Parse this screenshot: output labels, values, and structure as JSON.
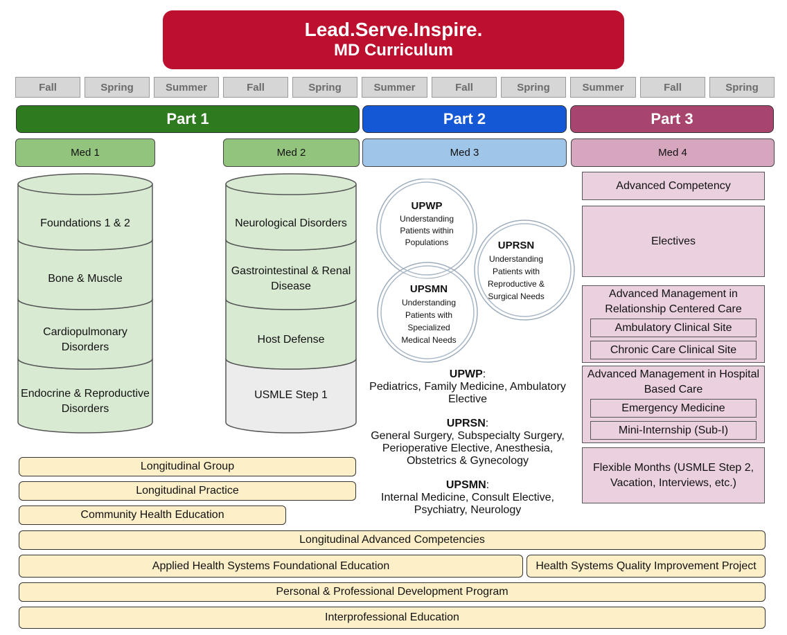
{
  "header": {
    "line1": "Lead.Serve.Inspire.",
    "line2": "MD Curriculum"
  },
  "semesters": [
    "Fall",
    "Spring",
    "Summer",
    "Fall",
    "Spring",
    "Summer",
    "Fall",
    "Spring",
    "Summer",
    "Fall",
    "Spring"
  ],
  "parts": [
    {
      "label": "Part 1",
      "color": "#2e7a1f"
    },
    {
      "label": "Part 2",
      "color": "#1558d6"
    },
    {
      "label": "Part 3",
      "color": "#a8456f"
    }
  ],
  "meds": [
    {
      "label": "Med 1",
      "color": "#93c47d"
    },
    {
      "label": "Med 2",
      "color": "#93c47d"
    },
    {
      "label": "Med 3",
      "color": "#9fc5e8"
    },
    {
      "label": "Med 4",
      "color": "#d5a6bd"
    }
  ],
  "med1_stack": [
    "Foundations 1 & 2",
    "Bone & Muscle",
    "Cardiopulmonary Disorders",
    "Endocrine & Reproductive Disorders"
  ],
  "med2_stack": [
    "Neurological Disorders",
    "Gastrointestinal & Renal Disease",
    "Host Defense",
    "USMLE Step 1"
  ],
  "colors": {
    "green_cyl": "#d9ead3",
    "gray_cyl": "#ececec",
    "cream": "#fdf0c8",
    "pink_box": "#ebd1df"
  },
  "venn": {
    "upwp": {
      "abbr": "UPWP",
      "desc": "Understanding Patients within Populations"
    },
    "uprsn": {
      "abbr": "UPRSN",
      "desc": "Understanding Patients with Reproductive & Surgical Needs"
    },
    "upsmn": {
      "abbr": "UPSMN",
      "desc": "Understanding Patients with Specialized Medical Needs"
    }
  },
  "med3_lists": [
    {
      "abbr": "UPWP",
      "text": "Pediatrics, Family Medicine, Ambulatory Elective"
    },
    {
      "abbr": "UPRSN",
      "text": "General Surgery, Subspecialty Surgery, Perioperative Elective, Anesthesia, Obstetrics & Gynecology"
    },
    {
      "abbr": "UPSMN",
      "text": "Internal Medicine, Consult Elective, Psychiatry, Neurology"
    }
  ],
  "med4": {
    "advanced_competency": "Advanced Competency",
    "electives": "Electives",
    "amrcc": {
      "title": "Advanced Management in Relationship Centered Care",
      "items": [
        "Ambulatory Clinical Site",
        "Chronic Care Clinical Site"
      ]
    },
    "amhbc": {
      "title": "Advanced Management in Hospital Based Care",
      "items": [
        "Emergency Medicine",
        "Mini-Internship (Sub-I)"
      ]
    },
    "flexible": "Flexible Months (USMLE Step 2, Vacation, Interviews, etc.)"
  },
  "bars": {
    "longitudinal_group": "Longitudinal Group",
    "longitudinal_practice": "Longitudinal Practice",
    "community_health": "Community Health Education",
    "longitudinal_advanced": "Longitudinal Advanced Competencies",
    "applied_health": "Applied Health Systems Foundational Education",
    "qi_project": "Health Systems Quality Improvement Project",
    "ppd": "Personal & Professional Development Program",
    "ipe": "Interprofessional Education"
  }
}
